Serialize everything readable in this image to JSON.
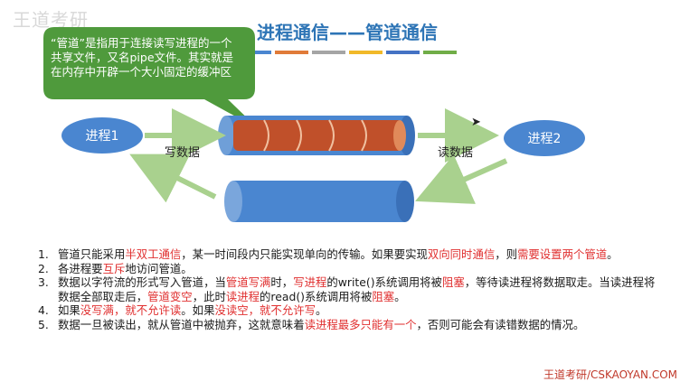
{
  "watermark": "王道考研",
  "slide_title": "进程通信——管道通信",
  "title_bar_colors": [
    "#4a86d0",
    "#e07b39",
    "#a5a5a5",
    "#f1b929",
    "#4472c4",
    "#70ad47"
  ],
  "callout": {
    "color": "#4f9a3c",
    "text": "“管道”是指用于连接读写进程的一个共享文件，又名pipe文件。其实就是在内存中开辟一个大小固定的缓冲区"
  },
  "diagram": {
    "process1": "进程1",
    "process2": "进程2",
    "write_label": "写数据",
    "read_label": "读数据",
    "pipe_fill_color": "#c0502a",
    "pipe_empty_color": "#4a86d0"
  },
  "points": [
    {
      "num": "1.",
      "segments": [
        {
          "t": "管道只能采用",
          "red": false
        },
        {
          "t": "半双工通信",
          "red": true
        },
        {
          "t": "，某一时间段内只能实现单向的传输。如果要实现",
          "red": false
        },
        {
          "t": "双向同时通信",
          "red": true
        },
        {
          "t": "，则",
          "red": false
        },
        {
          "t": "需要设置两个管道",
          "red": true
        },
        {
          "t": "。",
          "red": false
        }
      ]
    },
    {
      "num": "2.",
      "segments": [
        {
          "t": "各进程要",
          "red": false
        },
        {
          "t": "互斥",
          "red": true
        },
        {
          "t": "地访问管道。",
          "red": false
        }
      ]
    },
    {
      "num": "3.",
      "segments": [
        {
          "t": "数据以字符流的形式写入管道，当",
          "red": false
        },
        {
          "t": "管道写满",
          "red": true
        },
        {
          "t": "时，",
          "red": false
        },
        {
          "t": "写进程",
          "red": true
        },
        {
          "t": "的write()系统调用将被",
          "red": false
        },
        {
          "t": "阻塞",
          "red": true
        },
        {
          "t": "，等待读进程将数据取走。当读进程将数据全部取走后，",
          "red": false
        },
        {
          "t": "管道变空",
          "red": true
        },
        {
          "t": "，此时",
          "red": false
        },
        {
          "t": "读进程",
          "red": true
        },
        {
          "t": "的read()系统调用将被",
          "red": false
        },
        {
          "t": "阻塞",
          "red": true
        },
        {
          "t": "。",
          "red": false
        }
      ]
    },
    {
      "num": "4.",
      "segments": [
        {
          "t": "如果",
          "red": false
        },
        {
          "t": "没写满，就不允许读",
          "red": true
        },
        {
          "t": "。如果",
          "red": false
        },
        {
          "t": "没读空，就不允许写",
          "red": true
        },
        {
          "t": "。",
          "red": false
        }
      ]
    },
    {
      "num": "5.",
      "segments": [
        {
          "t": "数据一旦被读出，就从管道中被抛弃，这就意味着",
          "red": false
        },
        {
          "t": "读进程最多只能有一个",
          "red": true
        },
        {
          "t": "，否则可能会有读错数据的情况。",
          "red": false
        }
      ]
    }
  ],
  "brand": "王道考研/CSKAOYAN.COM"
}
